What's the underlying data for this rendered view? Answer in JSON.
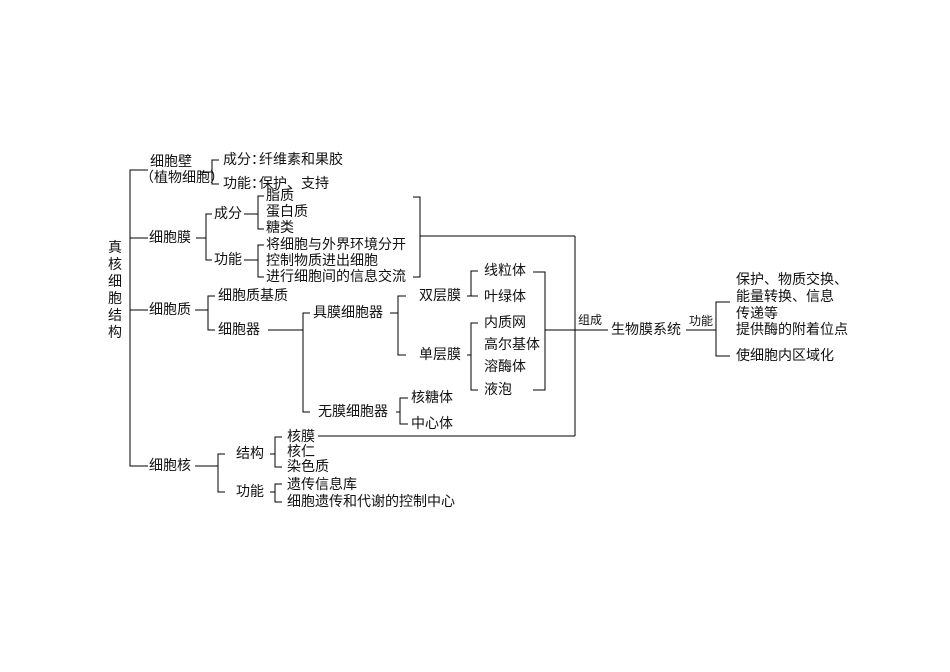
{
  "root": "真核细胞结构",
  "wall": {
    "label1": "细胞壁",
    "label2": "（植物细胞）",
    "composition_label": "成分：",
    "composition_value": "纤维素和果胶",
    "function_label": "功能：",
    "function_value": "保护、支持"
  },
  "membrane": {
    "label": "细胞膜",
    "composition_label": "成分",
    "components": [
      "脂质",
      "蛋白质",
      "糖类"
    ],
    "function_label": "功能",
    "functions": [
      "将细胞与外界环境分开",
      "控制物质进出细胞",
      "进行细胞间的信息交流"
    ]
  },
  "cytoplasm": {
    "label": "细胞质",
    "matrix": "细胞质基质",
    "organelles": "细胞器",
    "membranous": "具膜细胞器",
    "double_membrane": "双层膜",
    "double_items": [
      "线粒体",
      "叶绿体"
    ],
    "single_membrane": "单层膜",
    "single_items": [
      "内质网",
      "高尔基体",
      "溶酶体",
      "液泡"
    ],
    "non_membranous": "无膜细胞器",
    "non_items": [
      "核糖体",
      "中心体"
    ]
  },
  "nucleus": {
    "label": "细胞核",
    "structure_label": "结构",
    "structures": [
      "核膜",
      "核仁",
      "染色质"
    ],
    "function_label": "功能",
    "functions": [
      "遗传信息库",
      "细胞遗传和代谢的控制中心"
    ]
  },
  "system": {
    "compose_label": "组成",
    "name": "生物膜系统",
    "function_label": "功能",
    "functions": [
      "保护、物质交换、",
      "能量转换、信息",
      "传递等",
      "提供酶的附着位点",
      "使细胞内区域化"
    ]
  }
}
